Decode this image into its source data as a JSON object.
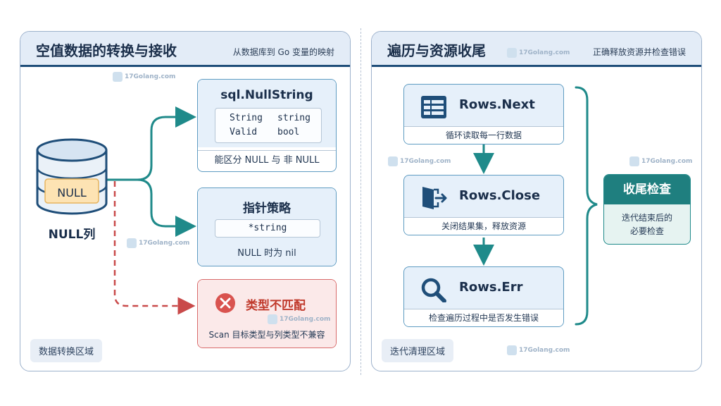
{
  "left_panel": {
    "title": "空值数据的转换与接收",
    "subtitle": "从数据库到 Go 变量的映射",
    "zone_label": "数据转换区域",
    "db": {
      "cell": "NULL",
      "label": "NULL列"
    },
    "null_string": {
      "title": "sql.NullString",
      "fields": [
        {
          "name": "String",
          "type": "string"
        },
        {
          "name": "Valid",
          "type": "bool"
        }
      ],
      "note": "能区分 NULL 与 非 NULL"
    },
    "pointer": {
      "title": "指针策略",
      "code": "*string",
      "note": "NULL 时为 nil"
    },
    "mismatch": {
      "title": "类型不匹配",
      "note": "Scan 目标类型与列类型不兼容"
    }
  },
  "right_panel": {
    "title": "遍历与资源收尾",
    "subtitle": "正确释放资源并检查错误",
    "zone_label": "迭代清理区域",
    "steps": [
      {
        "title": "Rows.Next",
        "note": "循环读取每一行数据",
        "icon": "table-icon"
      },
      {
        "title": "Rows.Close",
        "note": "关闭结果集，释放资源",
        "icon": "exit-door-icon"
      },
      {
        "title": "Rows.Err",
        "note": "检查遍历过程中是否发生错误",
        "icon": "magnifier-icon"
      }
    ],
    "summary": {
      "title": "收尾检查",
      "note_line1": "迭代结束后的",
      "note_line2": "必要检查"
    }
  },
  "watermark": "17Golang.com",
  "colors": {
    "navy": "#1f4e79",
    "teal": "#1f8a8a",
    "red": "#d9534f",
    "box_border": "#5f9cc2"
  }
}
